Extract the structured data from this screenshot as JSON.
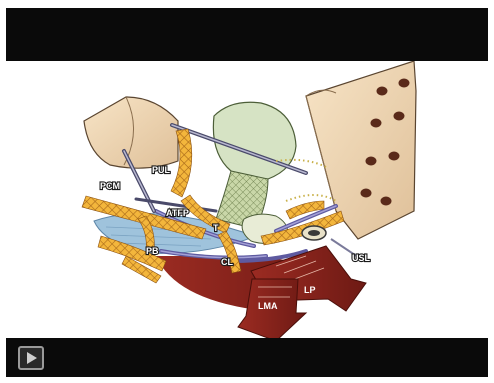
{
  "labels": {
    "pul": "PUL",
    "pcm": "PCM",
    "atfp": "ATFP",
    "t": "T",
    "pb": "PB",
    "cl": "CL",
    "usl": "USL",
    "lp": "LP",
    "lma": "LMA"
  },
  "icons": {
    "play": "play-icon"
  }
}
